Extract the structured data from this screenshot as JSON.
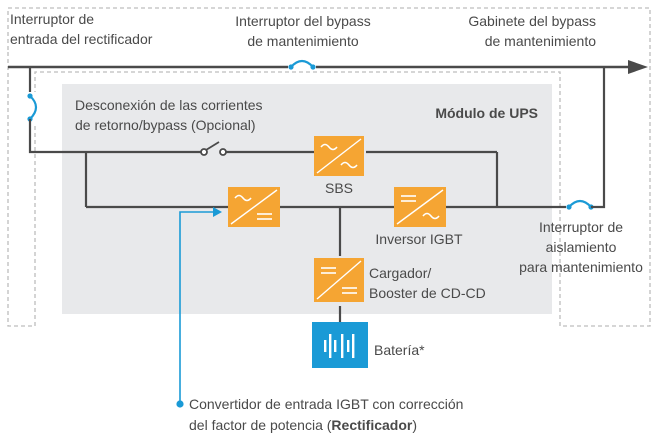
{
  "labels": {
    "rectifier_input_breaker_line1": "Interruptor de",
    "rectifier_input_breaker_line2": "entrada del rectificador",
    "maintenance_bypass_breaker_line1": "Interruptor del bypass",
    "maintenance_bypass_breaker_line2": "de mantenimiento",
    "bypass_cabinet_line1": "Gabinete del bypass",
    "bypass_cabinet_line2": "de mantenimiento",
    "backfeed_disconnect_line1": "Desconexión de las corrientes",
    "backfeed_disconnect_line2": "de retorno/bypass (Opcional)",
    "ups_module": "Módulo de UPS",
    "sbs": "SBS",
    "inverter": "Inversor IGBT",
    "isolation_breaker_line1": "Interruptor de",
    "isolation_breaker_line2": "aislamiento",
    "isolation_breaker_line3": "para mantenimiento",
    "charger_line1": "Cargador/",
    "charger_line2": "Booster de CD-CD",
    "battery": "Batería*",
    "rectifier_callout_line1": "Convertidor de entrada IGBT con corrección",
    "rectifier_callout_line2_pre": "del factor de potencia (",
    "rectifier_callout_line2_bold": "Rectificador",
    "rectifier_callout_line2_post": ")"
  },
  "colors": {
    "line": "#4a4a4a",
    "converter": "#f5a533",
    "battery": "#1a9ad6",
    "callout": "#1a9ad6",
    "breaker": "#1a9ad6",
    "ups_module_bg": "#e8e9eb",
    "dashed": "#bdbdbd"
  },
  "icons": {
    "converter": "ac-dc-converter-icon",
    "battery": "battery-icon",
    "breaker": "circuit-breaker-icon",
    "switch": "disconnect-switch-icon"
  }
}
